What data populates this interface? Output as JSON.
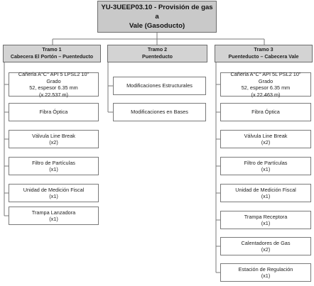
{
  "root": {
    "line1": "YU-3UEEP03.10 - Provisión de gas a",
    "line2": "Vale (Gasoducto)"
  },
  "branches": [
    {
      "title": "Tramo 1",
      "subtitle": "Cabecera El Portón – Puenteducto",
      "items": [
        {
          "lines": [
            "Cañeria A°C° API 5 LPSL2 10\" Grado",
            "52, espesor 6.35 mm",
            "(x 22.537 m)"
          ]
        },
        {
          "lines": [
            "Fibra Óptica"
          ]
        },
        {
          "lines": [
            "Válvula Line Break",
            "(x2)"
          ]
        },
        {
          "lines": [
            "Filtro de Partículas",
            "(x1)"
          ]
        },
        {
          "lines": [
            "Unidad de Medición Fiscal",
            "(x1)"
          ]
        },
        {
          "lines": [
            "Trampa Lanzadora",
            "(x1)"
          ]
        }
      ]
    },
    {
      "title": "Tramo 2",
      "subtitle": "Puenteducto",
      "items": [
        {
          "lines": [
            "Modificaciones Estructurales"
          ]
        },
        {
          "lines": [
            "Modificaciones en Bases"
          ]
        }
      ]
    },
    {
      "title": "Tramo 3",
      "subtitle": "Puenteducto – Cabecera Vale",
      "items": [
        {
          "lines": [
            "Cañeria A°C° API 5L PSL2 10\" Grado",
            "52, espesor 6.35 mm",
            "(x 22.463 m)"
          ]
        },
        {
          "lines": [
            "Fibra Óptica"
          ]
        },
        {
          "lines": [
            "Válvula Line Break",
            "(x2)"
          ]
        },
        {
          "lines": [
            "Filtro de Partículas",
            "(x1)"
          ]
        },
        {
          "lines": [
            "Unidad de Medición Fiscal",
            "(x1)"
          ]
        },
        {
          "lines": [
            "Trampa Receptora",
            "(x1)"
          ]
        },
        {
          "lines": [
            "Calentadores de Gas",
            "(x2)"
          ]
        },
        {
          "lines": [
            "Estación de Regulación",
            "(x1)"
          ]
        }
      ]
    }
  ]
}
